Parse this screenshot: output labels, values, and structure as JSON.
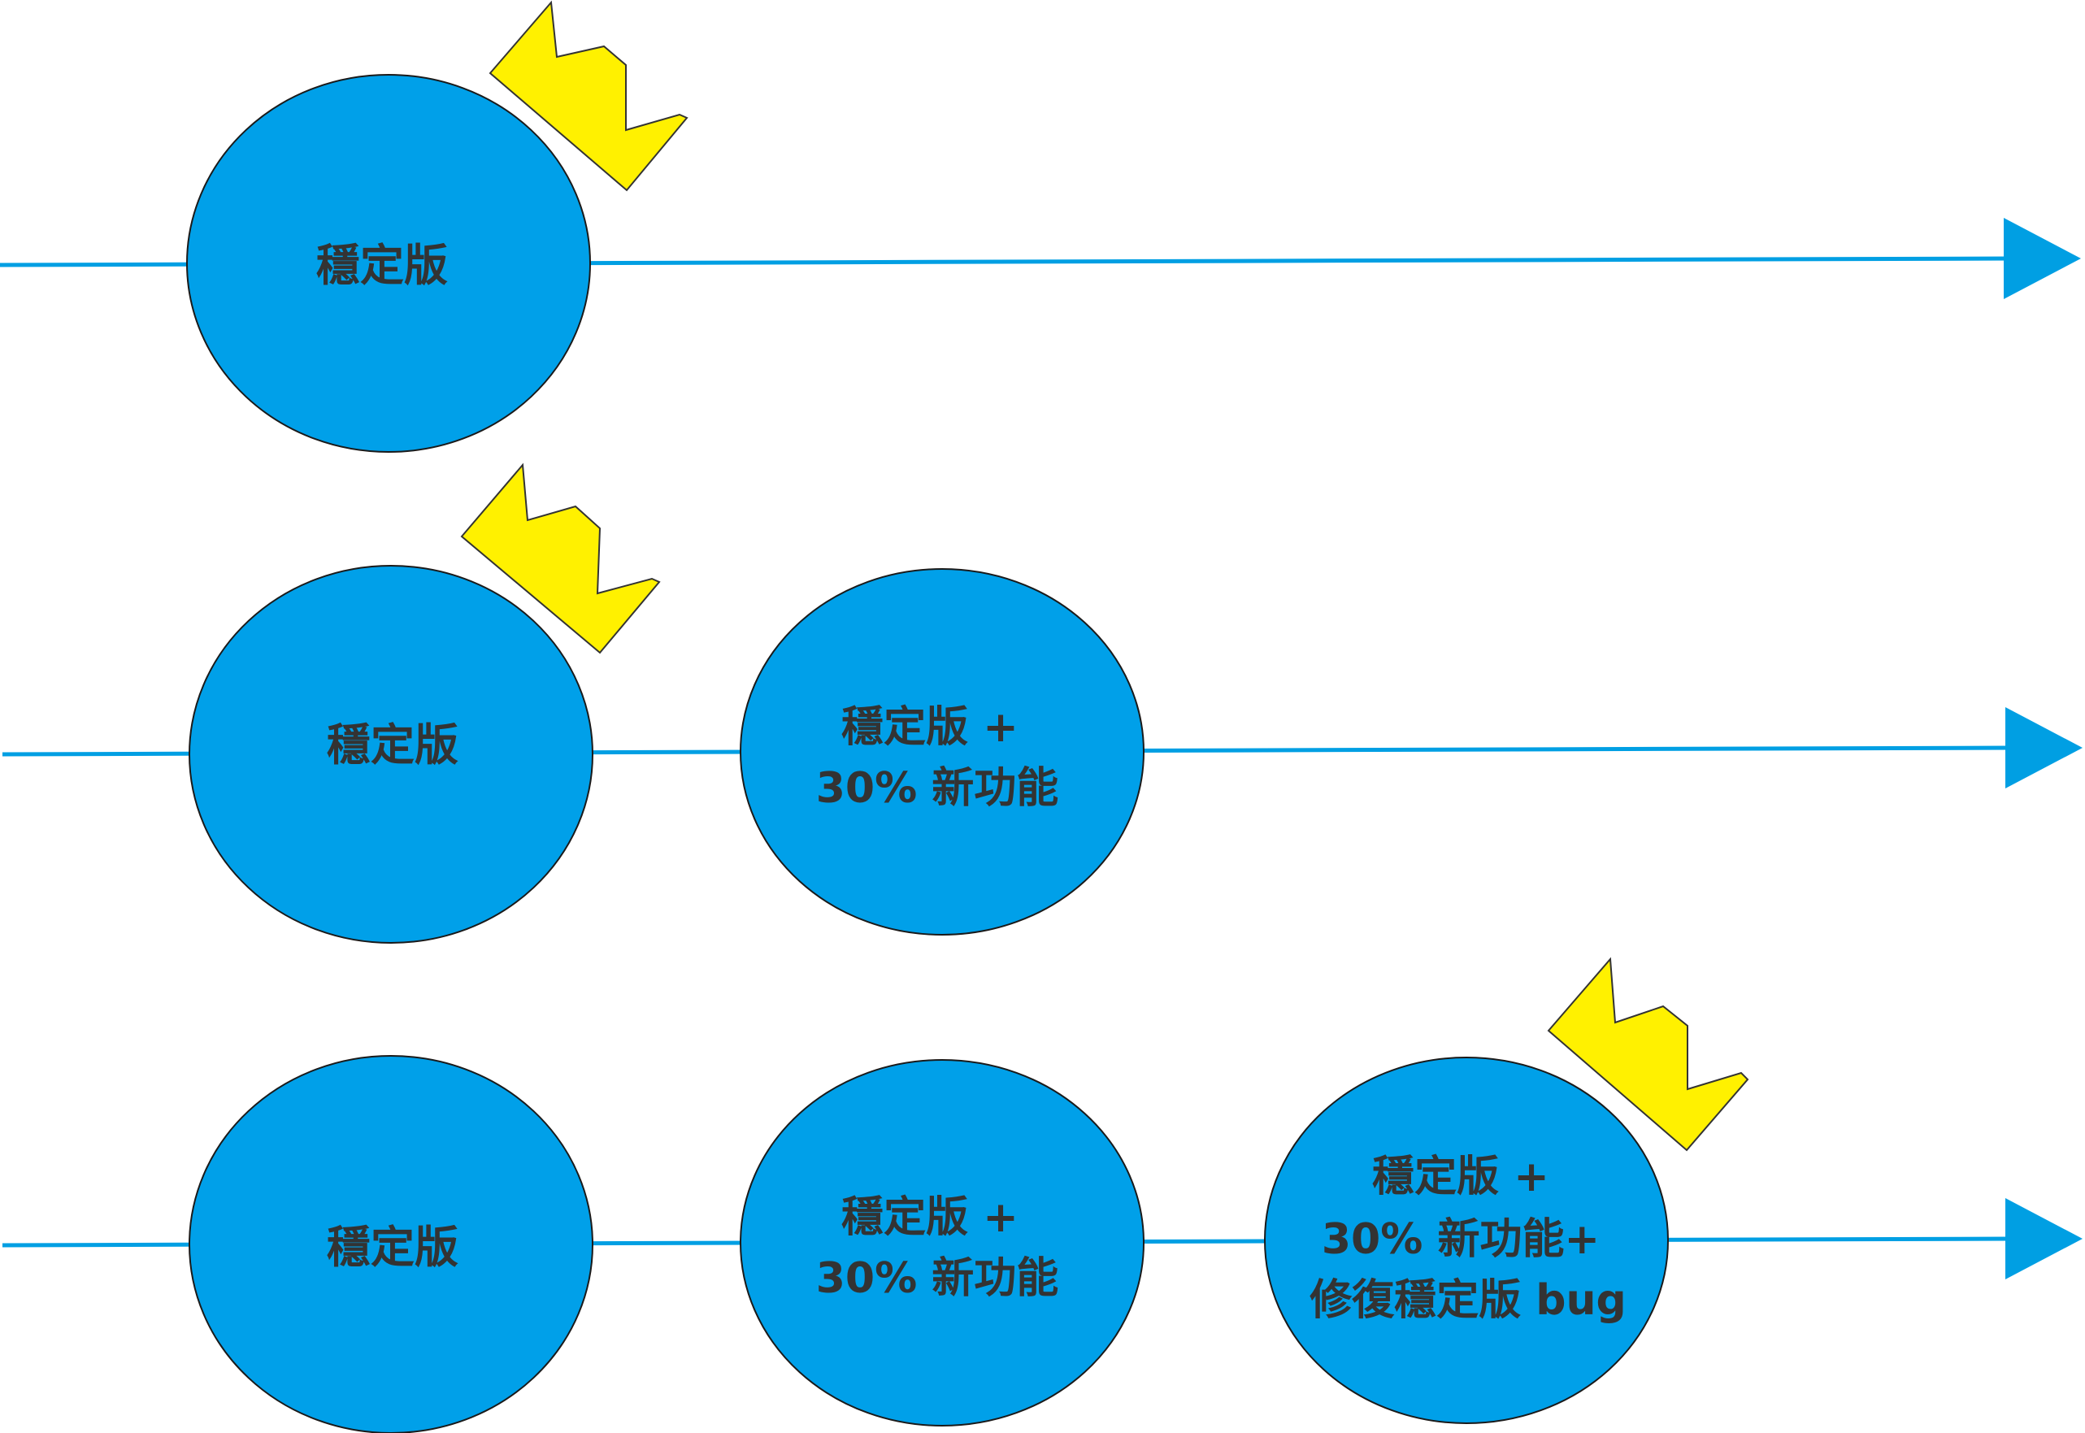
{
  "colors": {
    "line": "#009FE3",
    "node_fill": "#00A0E9",
    "node_stroke": "#1a1a1a",
    "crown_fill": "#FFF100",
    "crown_stroke": "#333333",
    "text": "#333333"
  },
  "rows": [
    {
      "nodes": [
        {
          "lines": [
            "穩定版"
          ],
          "crown": true
        }
      ]
    },
    {
      "nodes": [
        {
          "lines": [
            "穩定版"
          ],
          "crown": true
        },
        {
          "lines": [
            "穩定版 +",
            "30% 新功能"
          ],
          "crown": false
        }
      ]
    },
    {
      "nodes": [
        {
          "lines": [
            "穩定版"
          ],
          "crown": false
        },
        {
          "lines": [
            "穩定版 +",
            "30% 新功能"
          ],
          "crown": false
        },
        {
          "lines": [
            "穩定版 +",
            "30% 新功能+",
            "修復穩定版 bug"
          ],
          "crown": true
        }
      ]
    }
  ]
}
